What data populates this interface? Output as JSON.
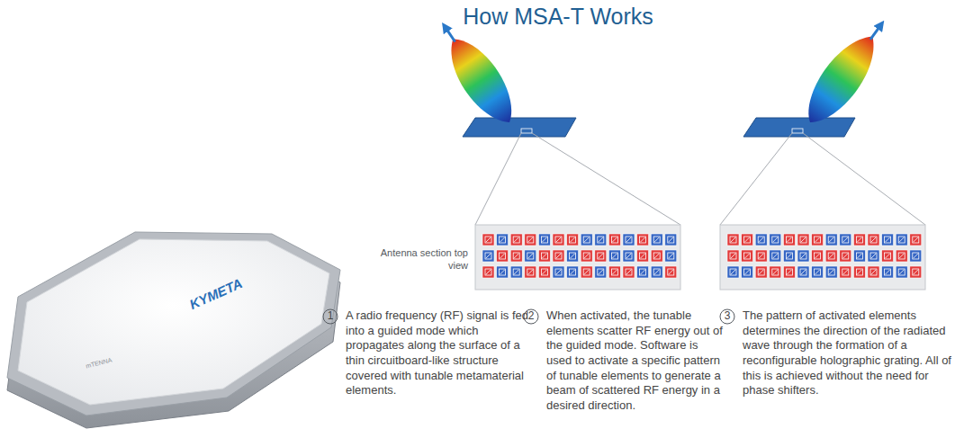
{
  "diagram": {
    "title": "How MSA-T Works",
    "labels": [
      "KYMETA",
      "mTENNA",
      "Antenna section top view",
      "1",
      "A radio frequency (RF) signal is fed into a guided mode which propagates along the surface of a thin circuitboard-like structure covered with tunable metamaterial elements.",
      "2",
      "When activated, the tunable elements scatter RF energy out of the guided mode. Software is used to activate a specific pattern of tunable elements to generate a beam of scattered RF energy in a desired direction.",
      "3",
      "The pattern of activated elements determines the direction of the radiated wave through the formation of a reconfigurable holographic grating. All of this is achieved without the need for phase shifters."
    ]
  }
}
